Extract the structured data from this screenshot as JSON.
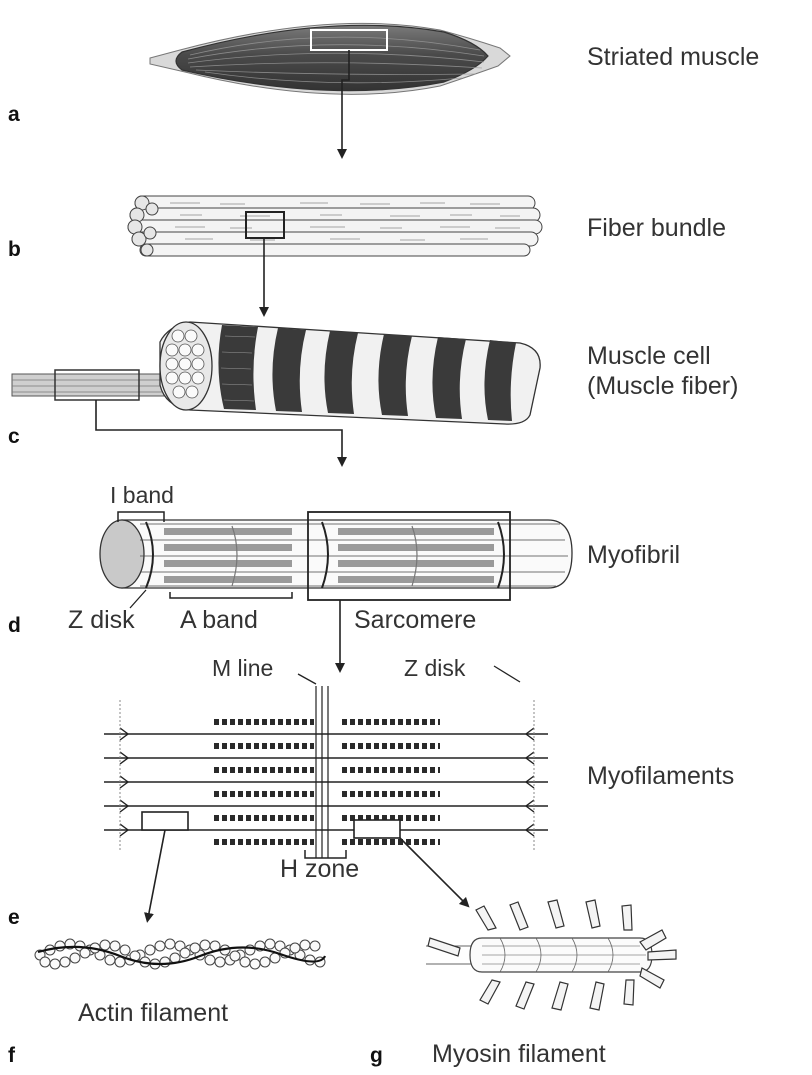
{
  "panels": {
    "a": {
      "letter": "a",
      "title": "Striated muscle"
    },
    "b": {
      "letter": "b",
      "title": "Fiber bundle"
    },
    "c": {
      "letter": "c",
      "title_line1": "Muscle cell",
      "title_line2": "(Muscle fiber)"
    },
    "d": {
      "letter": "d",
      "title": "Myofibril",
      "labels": {
        "i_band": "I band",
        "z_disk": "Z disk",
        "a_band": "A band",
        "sarcomere": "Sarcomere"
      }
    },
    "e": {
      "letter": "e",
      "title": "Myofilaments",
      "labels": {
        "m_line": "M line",
        "z_disk": "Z disk",
        "h_zone": "H zone"
      }
    },
    "f": {
      "letter": "f",
      "title": "Actin filament"
    },
    "g": {
      "letter": "g",
      "title": "Myosin filament"
    }
  },
  "colors": {
    "ink": "#2a2a2a",
    "muscle": "#4a4a4a",
    "dark_band": "#3a3a3a",
    "light": "#f2f2f2"
  }
}
